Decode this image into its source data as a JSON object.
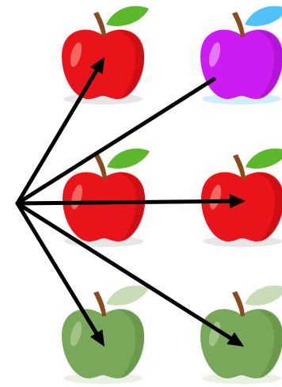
{
  "scene": {
    "description_free": true,
    "colors": {
      "background": "#ffffff",
      "arrow": "#000000",
      "stem": "#8a4a1c",
      "shadow_red": "#e6e6e6",
      "shadow_purple": "#cfeefb"
    },
    "apples": [
      {
        "name": "apple-red-top-left",
        "fill": "#e8141a",
        "shade": "#b90a10",
        "leaf": "#5cb82b",
        "highlight": "#f7746f",
        "shadow": "#e6e6e6"
      },
      {
        "name": "apple-purple-top-right",
        "fill": "#cc1cf2",
        "shade": "#9e0fc4",
        "leaf": "#4fc3f7",
        "highlight": "#e58af8",
        "shadow": "#cfeefb"
      },
      {
        "name": "apple-red-middle-left",
        "fill": "#e8141a",
        "shade": "#b90a10",
        "leaf": "#5cb82b",
        "highlight": "#f7746f",
        "shadow": "#e6e6e6"
      },
      {
        "name": "apple-red-middle-right",
        "fill": "#e8141a",
        "shade": "#b90a10",
        "leaf": "#5cb82b",
        "highlight": "#f7746f",
        "shadow": "#e6e6e6"
      },
      {
        "name": "apple-green-bottom-left",
        "fill": "#79a85a",
        "shade": "#5e8c42",
        "leaf": "#c9dcb7",
        "highlight": "#a8c890",
        "shadow": "#eaf0e4"
      },
      {
        "name": "apple-green-bottom-right",
        "fill": "#79a85a",
        "shade": "#5e8c42",
        "leaf": "#c9dcb7",
        "highlight": "#a8c890",
        "shadow": "#eaf0e4"
      }
    ],
    "arrows": [
      {
        "name": "arrow-to-top-left-apple"
      },
      {
        "name": "arrow-to-top-right-apple"
      },
      {
        "name": "arrow-to-middle-right-apple"
      },
      {
        "name": "arrow-to-bottom-left-apple"
      },
      {
        "name": "arrow-to-bottom-right-apple"
      }
    ]
  }
}
